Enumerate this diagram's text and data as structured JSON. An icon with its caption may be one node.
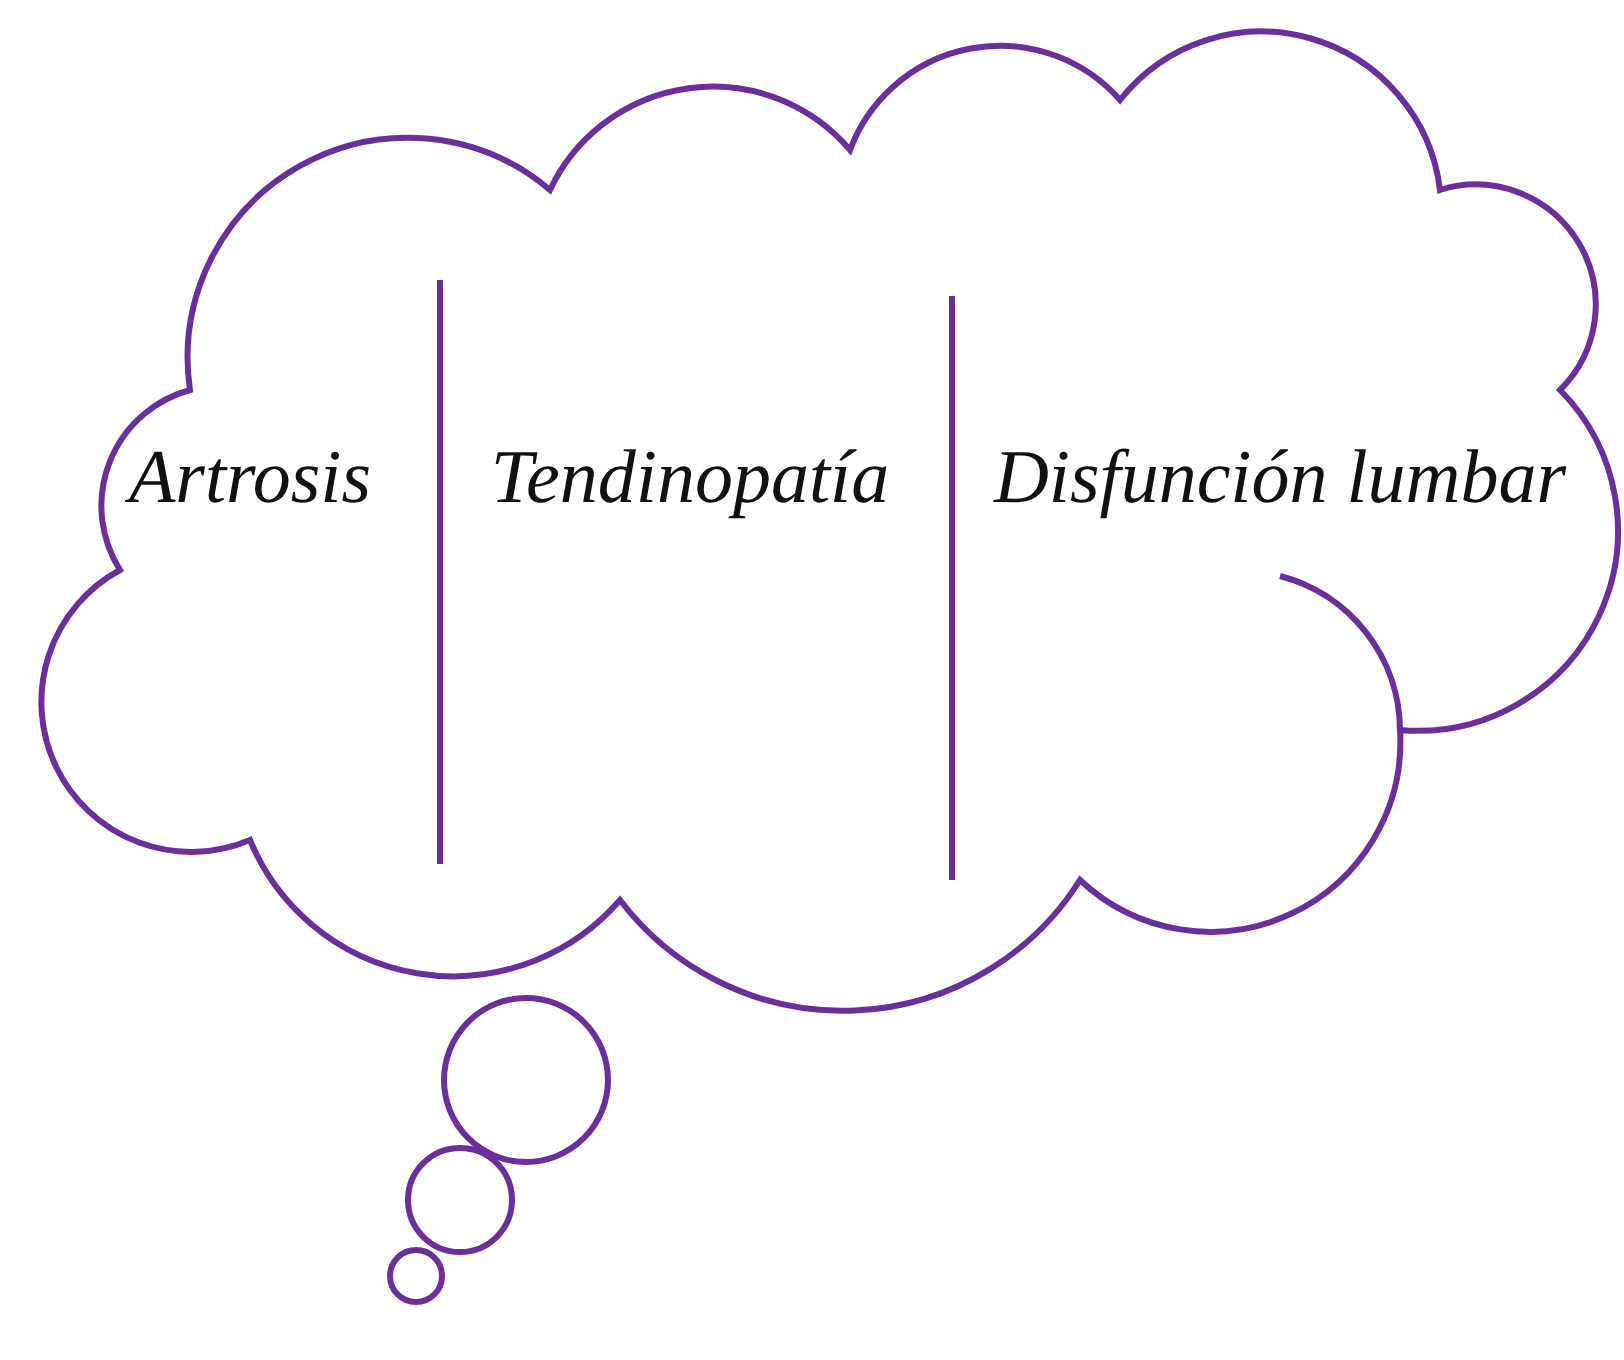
{
  "diagram": {
    "nodes": [
      {
        "text": [
          "Artrosis",
          "Tendinopatía",
          "Disfunción lumbar"
        ]
      }
    ]
  }
}
